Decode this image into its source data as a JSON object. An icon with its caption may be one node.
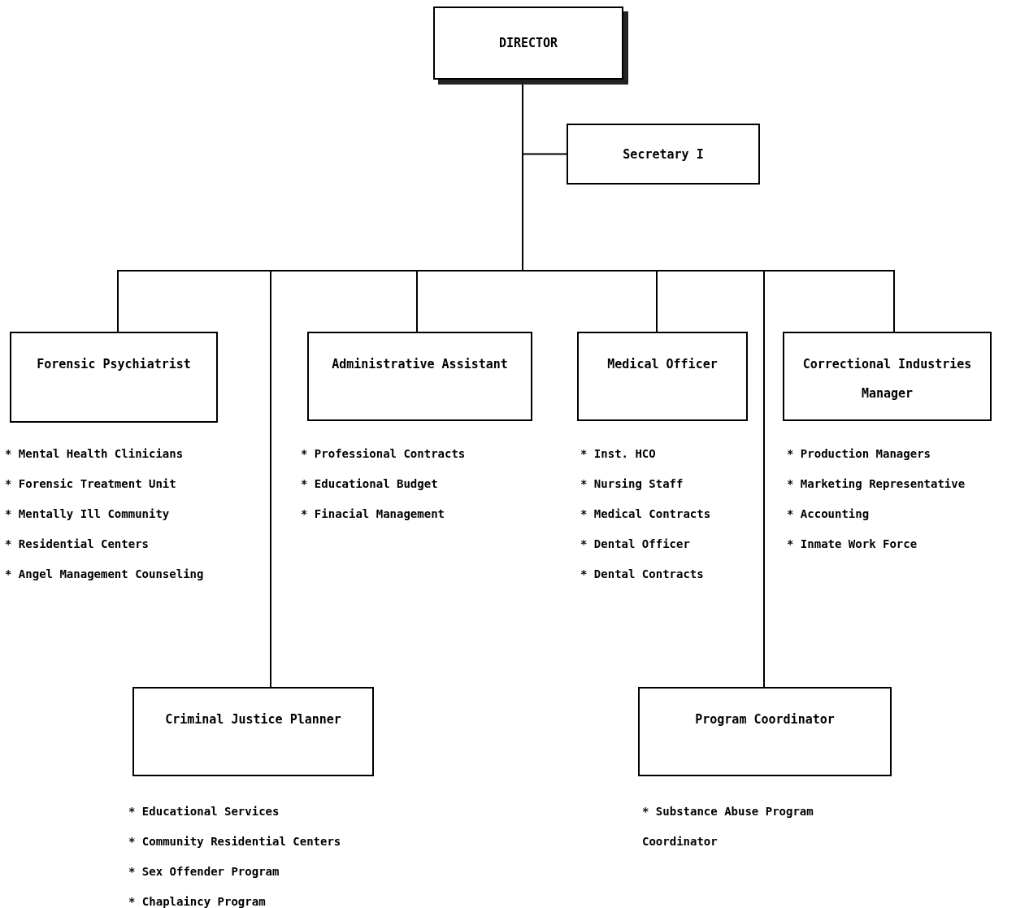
{
  "diagram": {
    "nodes": [
      {
        "text": [
          "DIRECTOR"
        ]
      },
      {
        "text": [
          "Secretary I"
        ]
      },
      {
        "text": [
          "Forensic Psychiatrist"
        ],
        "beside": [
          "* Mental Health Clinicians",
          "* Forensic Treatment Unit",
          "* Mentally Ill Community",
          "* Residential Centers",
          "* Angel Management Counseling"
        ]
      },
      {
        "text": [
          "Administrative Assistant"
        ],
        "beside": [
          "* Professional Contracts",
          "* Educational Budget",
          "* Finacial Management"
        ]
      },
      {
        "text": [
          "Medical Officer"
        ],
        "beside": [
          "* Inst. HCO",
          "* Nursing Staff",
          "* Medical Contracts",
          "* Dental Officer",
          "* Dental Contracts"
        ]
      },
      {
        "text": [
          "Correctional Industries Manager"
        ],
        "beside": [
          "* Production Managers",
          "* Marketing Representative",
          "* Accounting",
          "* Inmate Work Force"
        ]
      },
      {
        "text": [
          "Criminal Justice Planner"
        ],
        "beside": [
          "* Educational Services",
          "* Community Residential Centers",
          "* Sex Offender Program",
          "* Chaplaincy Program"
        ]
      },
      {
        "text": [
          "Program Coordinator"
        ],
        "beside": [
          "* Substance Abuse Program Coordinator"
        ]
      }
    ],
    "edges": [
      {
        "from": 0,
        "to": 1,
        "arrow": "none"
      },
      {
        "from": 0,
        "to": 2,
        "arrow": "none"
      },
      {
        "from": 0,
        "to": 3,
        "arrow": "none"
      },
      {
        "from": 0,
        "to": 4,
        "arrow": "none"
      },
      {
        "from": 0,
        "to": 5,
        "arrow": "none"
      },
      {
        "from": 0,
        "to": 6,
        "arrow": "none"
      },
      {
        "from": 0,
        "to": 7,
        "arrow": "none"
      }
    ]
  }
}
